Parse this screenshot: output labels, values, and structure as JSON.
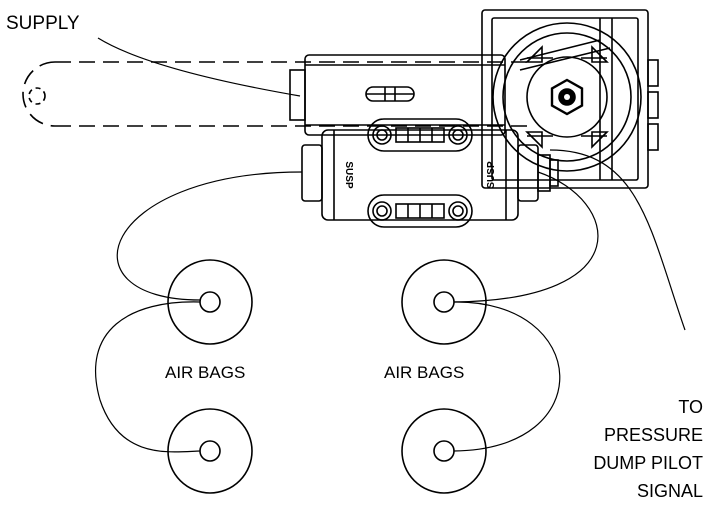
{
  "labels": {
    "supply": "SUPPLY",
    "air_bags_left": "AIR BAGS",
    "air_bags_right": "AIR BAGS",
    "pilot_line_1": "TO",
    "pilot_line_2": "PRESSURE",
    "pilot_line_3": "DUMP PILOT",
    "pilot_line_4": "SIGNAL"
  },
  "valve": {
    "port_left": "SUSP",
    "port_right": "SUSP"
  },
  "colors": {
    "line": "#000000",
    "background": "#ffffff"
  }
}
